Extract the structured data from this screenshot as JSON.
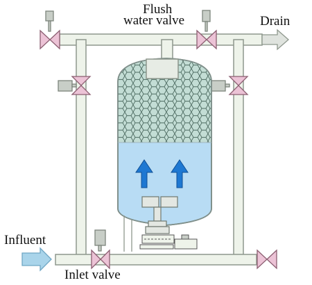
{
  "labels": {
    "flush_line1": "Flush",
    "flush_line2": "water valve",
    "drain": "Drain",
    "influent": "Influent",
    "inlet_valve": "Inlet valve"
  },
  "colors": {
    "pipe_fill": "#eef3ea",
    "pipe_stroke": "#8e978d",
    "valve_pink": "#ecc3d6",
    "valve_stroke": "#8c5f72",
    "actuator": "#c8cec7",
    "media_green": "#c3ddd5",
    "water_blue": "#b8dcf4",
    "arrow_blue": "#1e78d2",
    "flow_arrow": "#a9d4ea"
  }
}
